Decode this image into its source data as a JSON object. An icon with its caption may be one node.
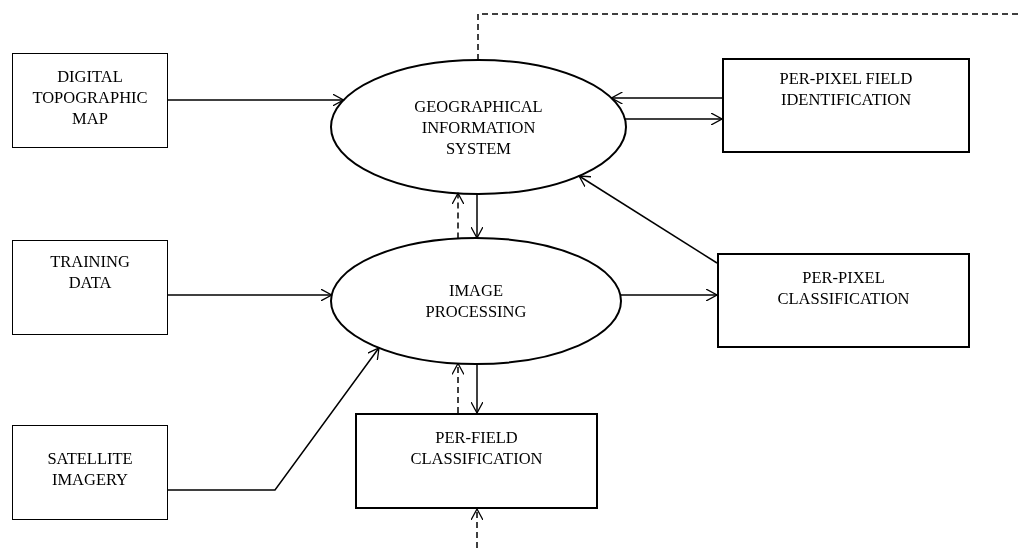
{
  "diagram": {
    "nodes": [
      {
        "text": [
          "DIGITAL TOPOGRAPHIC MAP"
        ]
      },
      {
        "text": [
          "GEOGRAPHICAL INFORMATION SYSTEM"
        ]
      },
      {
        "text": [
          "PER-PIXEL FIELD IDENTIFICATION"
        ]
      },
      {
        "text": [
          "TRAINING DATA"
        ]
      },
      {
        "text": [
          "IMAGE PROCESSING"
        ]
      },
      {
        "text": [
          "PER-PIXEL CLASSIFICATION"
        ]
      },
      {
        "text": [
          "SATELLITE IMAGERY"
        ]
      },
      {
        "text": [
          "PER-FIELD CLASSIFICATION"
        ]
      }
    ],
    "edges": [
      {
        "from": 0,
        "to": 1,
        "arrow": "to"
      },
      {
        "from": 2,
        "to": 1,
        "arrow": "to"
      },
      {
        "from": 1,
        "to": 2,
        "arrow": "to"
      },
      {
        "from": 1,
        "to": 4,
        "arrow": "to"
      },
      {
        "from": 4,
        "to": 1,
        "arrow": "to",
        "style": "dashed"
      },
      {
        "from": 3,
        "to": 4,
        "arrow": "to"
      },
      {
        "from": 4,
        "to": 5,
        "arrow": "to"
      },
      {
        "from": 5,
        "to": 1,
        "arrow": "to"
      },
      {
        "from": 6,
        "to": 4,
        "arrow": "to"
      },
      {
        "from": 4,
        "to": 7,
        "arrow": "to"
      },
      {
        "from": 7,
        "to": 4,
        "arrow": "to",
        "style": "dashed"
      },
      {
        "from": 1,
        "to": null,
        "arrow": "none",
        "style": "dashed"
      },
      {
        "from": null,
        "to": 7,
        "arrow": "to",
        "style": "dashed"
      }
    ]
  }
}
